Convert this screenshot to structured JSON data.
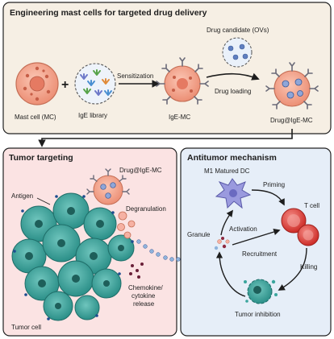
{
  "top_panel": {
    "title": "Engineering mast cells for targeted drug delivery",
    "mast_cell_label": "Mast cell (MC)",
    "ige_library_label": "IgE library",
    "sensitization_label": "Sensitization",
    "ige_mc_label": "IgE-MC",
    "drug_candidate_label": "Drug candidate (OVs)",
    "drug_loading_label": "Drug loading",
    "drug_ige_mc_label": "Drug@IgE-MC",
    "plus_sign": "+"
  },
  "tumor_panel": {
    "title": "Tumor targeting",
    "drug_ige_mc_label": "Drug@IgE-MC",
    "antigen_label": "Antigen",
    "degranulation_label": "Degranulation",
    "chemokine_line1": "Chemokine/",
    "chemokine_line2": "cytokine",
    "chemokine_line3": "release",
    "tumor_cell_label": "Tumor cell"
  },
  "mechanism_panel": {
    "title": "Antitumor mechanism",
    "dc_label": "M1 Matured DC",
    "priming_label": "Priming",
    "granule_label": "Granule",
    "activation_label": "Activation",
    "t_cell_label": "T cell",
    "recruitment_label": "Recruitment",
    "killing_label": "Killing",
    "tumor_inhibition_label": "Tumor inhibition"
  },
  "colors": {
    "top_bg": "#f6efe4",
    "tumor_bg": "#fbe3e3",
    "mechanism_bg": "#e6eef8",
    "mast_cell": "#f2a48c",
    "tumor": "#3aa59d",
    "t_cell": "#e2433d",
    "dc": "#8e8ed6"
  }
}
